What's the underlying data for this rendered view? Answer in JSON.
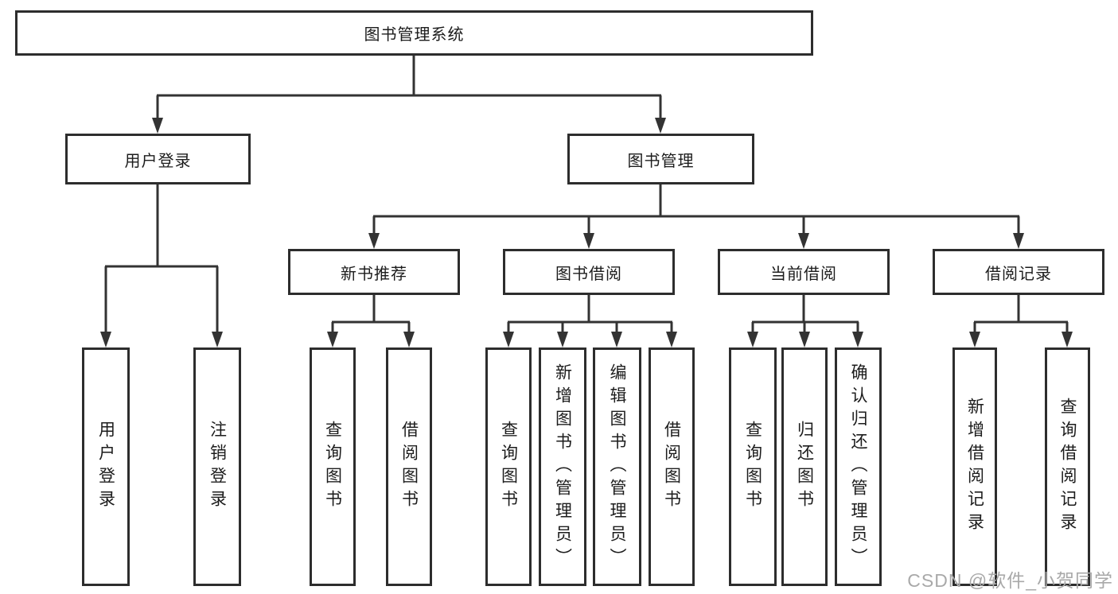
{
  "diagram": {
    "root": {
      "label": "图书管理系统"
    },
    "level2": [
      {
        "label": "用户登录"
      },
      {
        "label": "图书管理"
      }
    ],
    "level3": [
      {
        "label": "新书推荐"
      },
      {
        "label": "图书借阅"
      },
      {
        "label": "当前借阅"
      },
      {
        "label": "借阅记录"
      }
    ],
    "level4": {
      "user_login": [
        "用户登录",
        "注销登录"
      ],
      "new_book_recommend": [
        "查询图书",
        "借阅图书"
      ],
      "book_borrow": [
        "查询图书",
        "新增图书（管理员）",
        "编辑图书（管理员）",
        "借阅图书"
      ],
      "current_borrow": [
        "查询图书",
        "归还图书",
        "确认归还（管理员）"
      ],
      "borrow_records": [
        "新增借阅记录",
        "查询借阅记录"
      ]
    }
  },
  "watermark": "CSDN @软件_小贺同学",
  "colors": {
    "line": "#333333",
    "border": "#2d2d2d",
    "text": "#1c1c1c",
    "watermark": "#a9a9a9",
    "background": "#ffffff"
  }
}
